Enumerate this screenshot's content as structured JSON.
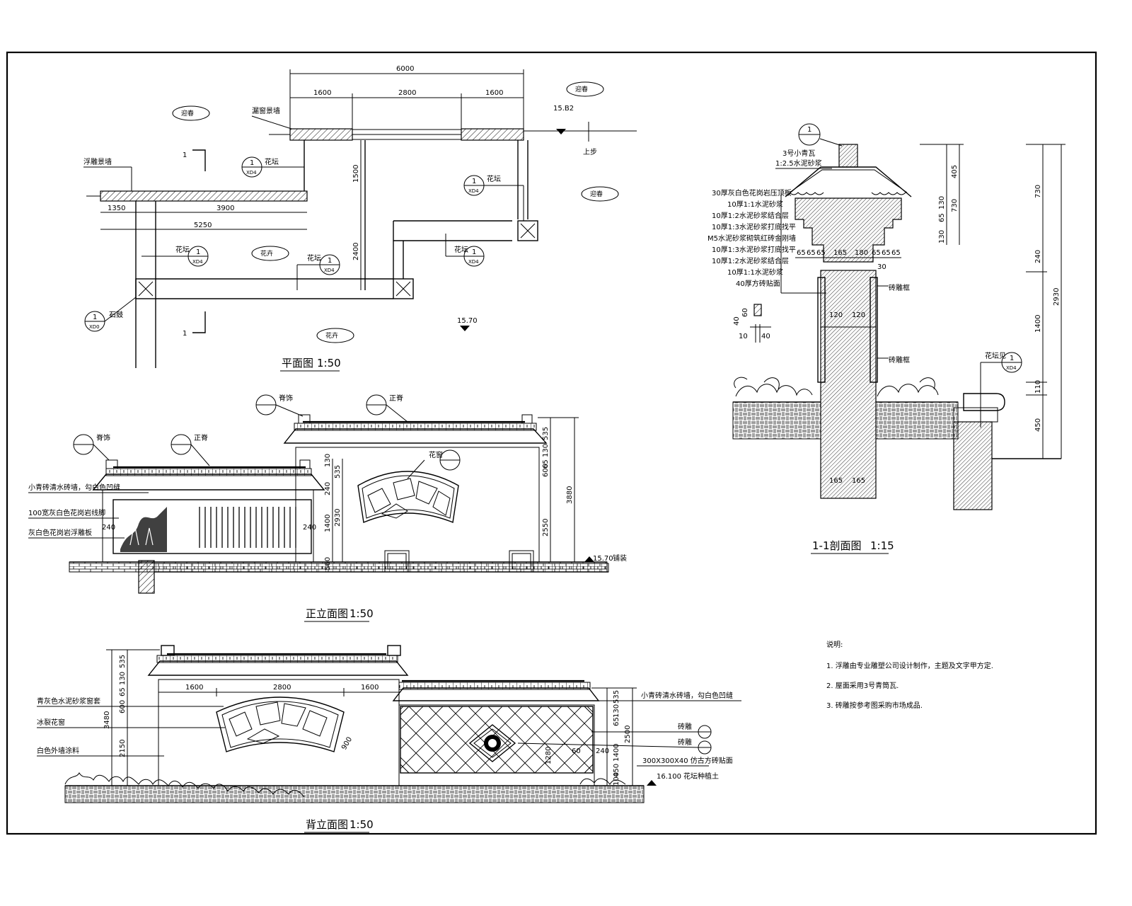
{
  "plan": {
    "title": "平面图",
    "scale": "1:50",
    "dims": {
      "overall": "6000",
      "top_left": "1600",
      "top_mid": "2800",
      "top_right": "1600",
      "left_a": "1350",
      "left_b": "3900",
      "left_total": "5250",
      "vert_a": "1500",
      "vert_b": "2400"
    },
    "labels": {
      "relief_wall": "浮雕景墙",
      "leak_window_wall": "漏窗景墙",
      "planter": "花坛",
      "stone_drum": "石鼓",
      "up_steps": "上步",
      "section_mark": "1",
      "level_top": "15.B2",
      "level_bottom": "15.70"
    },
    "plant_tags": [
      "迎春",
      "花卉",
      "花卉",
      "迎春",
      "迎春"
    ],
    "callout_num": "1",
    "callout_sheet": "XD4",
    "callout_sheet_alt": "XD0"
  },
  "front": {
    "title": "正立面图",
    "scale": "1:50",
    "labels": {
      "ridge": "脊饰",
      "main_ridge": "正脊",
      "leak_window": "花窗",
      "note1": "小青砖清水砖墙，勾白色凹缝",
      "note2": "100宽灰白色花岗岩线脚",
      "note3": "灰白色花岗岩浮雕板",
      "level": "15.70",
      "level_note": "铺装"
    },
    "dims": [
      "535",
      "130",
      "65",
      "600",
      "240",
      "1400",
      "2930",
      "560",
      "2550",
      "3880",
      "240",
      "240"
    ]
  },
  "back": {
    "title": "背立面图",
    "scale": "1:50",
    "labels": {
      "note1": "青灰色水泥砂浆窗套",
      "note2": "冰裂花窗",
      "note3": "白色外墙涂料",
      "note4": "小青砖清水砖墙，勾白色凹缝",
      "note5": "砖雕",
      "note6": "300X300X40 仿古方砖贴面",
      "level": "16.100",
      "level_note": "花坛种植土"
    },
    "dims": [
      "1600",
      "2800",
      "1600",
      "535",
      "130",
      "65",
      "600",
      "3480",
      "2150",
      "900",
      "1280",
      "60",
      "240",
      "2500",
      "1400",
      "450",
      "100"
    ]
  },
  "section": {
    "title": "1-1剖面图",
    "scale": "1:15",
    "callout_num": "1",
    "callout_sheet": "XD4",
    "top_callout": "1",
    "layers": [
      "3号小青瓦",
      "1:2.5水泥砂浆",
      "30厚灰白色花岗岩压顶板",
      "10厚1:1水泥砂浆",
      "10厚1:2水泥砂浆结合层",
      "10厚1:3水泥砂浆打底找平",
      "M5水泥砂浆砌筑红砖金刚墙",
      "10厚1:3水泥砂浆打底找平",
      "10厚1:2水泥砂浆结合层",
      "10厚1:1水泥砂浆",
      "40厚方砖贴面"
    ],
    "labels": {
      "brick_carving": "砖雕框",
      "brick_carving2": "砖雕框",
      "planter_wall": "花坛见"
    },
    "dims_right": [
      "405",
      "130",
      "65",
      "130",
      "730",
      "240",
      "1400",
      "2930",
      "110",
      "450",
      "730"
    ],
    "dims_row": [
      "65",
      "65",
      "65",
      "165",
      "180",
      "65",
      "65",
      "65"
    ],
    "dims_misc": [
      "30",
      "120",
      "120",
      "165",
      "165",
      "40",
      "60",
      "10",
      "40"
    ]
  },
  "notes": {
    "heading": "说明:",
    "items": [
      "1.  浮雕由专业雕塑公司设计制作，主题及文字甲方定.",
      "2.  屋面采用3号青筒瓦.",
      "3.  砖雕按参考图采购市场成品."
    ]
  }
}
